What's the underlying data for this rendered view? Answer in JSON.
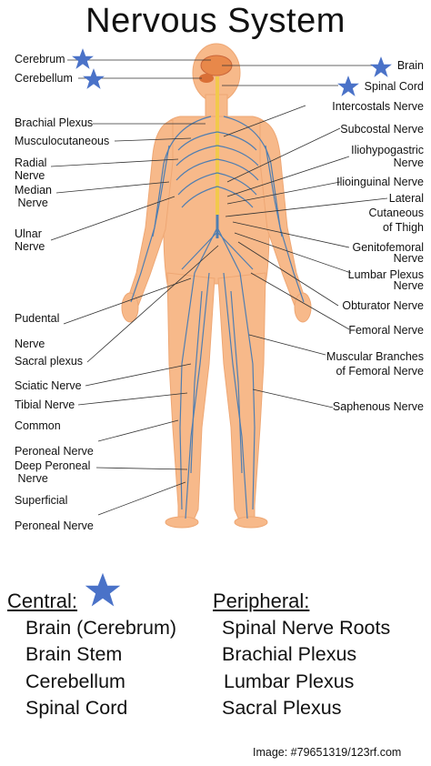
{
  "title": "Nervous System",
  "left_labels": [
    {
      "id": "cerebrum",
      "text": "Cerebrum",
      "star": true
    },
    {
      "id": "cerebellum",
      "text": "Cerebellum",
      "star": true
    },
    {
      "id": "brachial-plexus",
      "text": "Brachial Plexus"
    },
    {
      "id": "musculocutaneous",
      "text": "Musculocutaneous"
    },
    {
      "id": "radial-nerve",
      "text": "Radial\nNerve"
    },
    {
      "id": "median-nerve",
      "text": "Median\nNerve"
    },
    {
      "id": "ulnar-nerve",
      "text": "Ulnar\nNerve"
    },
    {
      "id": "pudental-nerve",
      "text": "Pudental\nNerve"
    },
    {
      "id": "sacral-plexus",
      "text": "Sacral plexus"
    },
    {
      "id": "sciatic-nerve",
      "text": "Sciatic Nerve"
    },
    {
      "id": "tibial-nerve",
      "text": "Tibial Nerve"
    },
    {
      "id": "common-peroneal-nerve",
      "text": "Common\nPeroneal Nerve"
    },
    {
      "id": "deep-peroneal-nerve",
      "text": "Deep Peroneal\nNerve"
    },
    {
      "id": "superficial-peroneal-nerve",
      "text": "Superficial\nPeroneal Nerve"
    }
  ],
  "right_labels": [
    {
      "id": "brain",
      "text": "Brain",
      "star": true
    },
    {
      "id": "spinal-cord",
      "text": "Spinal Cord",
      "star": true
    },
    {
      "id": "intercostals-nerve",
      "text": "Intercostals Nerve"
    },
    {
      "id": "subcostal-nerve",
      "text": "Subcostal Nerve"
    },
    {
      "id": "iliohypogastric-nerve",
      "text": "Iliohypogastric\nNerve"
    },
    {
      "id": "ilioinguinal-nerve",
      "text": "Ilioinguinal Nerve"
    },
    {
      "id": "lateral-cutaneous-of-thigh",
      "text": "Lateral\nCutaneous\nof Thigh"
    },
    {
      "id": "genitofemoral-nerve",
      "text": "Genitofemoral\nNerve"
    },
    {
      "id": "lumbar-plexus-nerve",
      "text": "Lumbar Plexus\nNerve"
    },
    {
      "id": "obturator-nerve",
      "text": "Obturator Nerve"
    },
    {
      "id": "femoral-nerve",
      "text": "Femoral Nerve"
    },
    {
      "id": "muscular-branches-of-femoral-nerve",
      "text": "Muscular Branches\nof Femoral Nerve"
    },
    {
      "id": "saphenous-nerve",
      "text": "Saphenous Nerve"
    }
  ],
  "legend": {
    "central_heading": "Central:",
    "central_items": [
      "Brain (Cerebrum)",
      "Brain Stem",
      "Cerebellum",
      "Spinal Cord"
    ],
    "peripheral_heading": "Peripheral:",
    "peripheral_items": [
      "Spinal Nerve Roots",
      "Brachial Plexus",
      "Lumbar Plexus",
      "Sacral Plexus"
    ]
  },
  "credit": "Image: #79651319/123rf.com",
  "colors": {
    "skin": "#f7b98a",
    "nerve": "#3f78b5",
    "spinal_cord": "#f2c94c",
    "star": "#4a72c8",
    "brain": "#e8884a"
  }
}
